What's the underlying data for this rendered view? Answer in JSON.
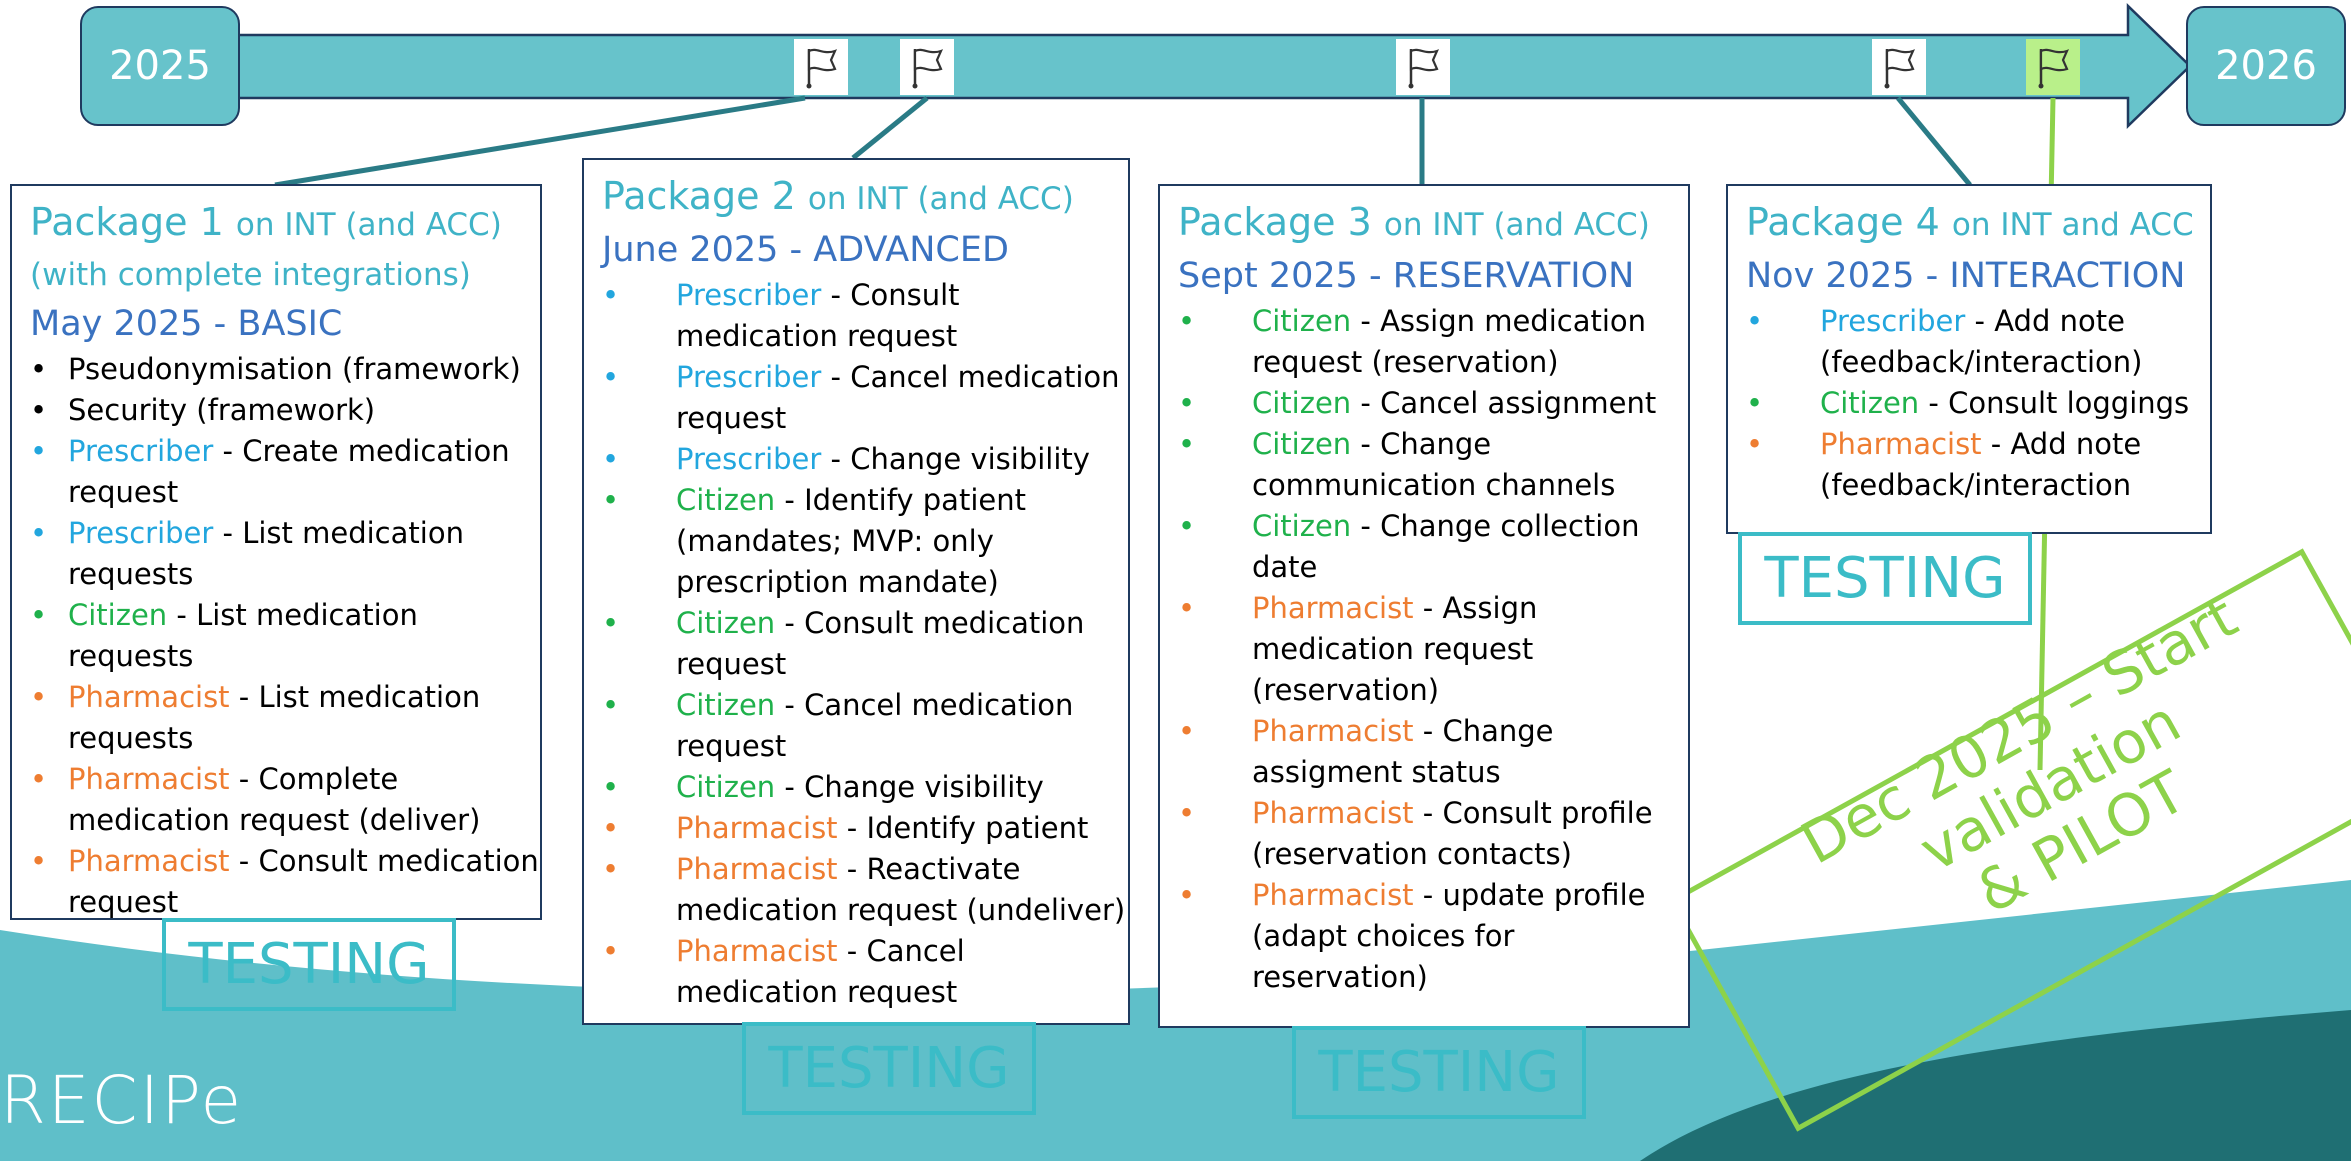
{
  "timeline": {
    "start_year": "2025",
    "end_year": "2026",
    "flags": [
      {
        "name": "flag-package-1",
        "highlight": false
      },
      {
        "name": "flag-package-2",
        "highlight": false
      },
      {
        "name": "flag-package-3",
        "highlight": false
      },
      {
        "name": "flag-package-4",
        "highlight": false
      },
      {
        "name": "flag-pilot",
        "highlight": true
      }
    ],
    "colors": {
      "arrow": "#67c3cb",
      "outline": "#1f3a5f",
      "pilot": "#8dd24a"
    }
  },
  "packages": [
    {
      "title": "Package 1",
      "env": "on INT (and ACC)",
      "note": "(with complete integrations)",
      "date_phase": "May 2025 - BASIC",
      "items": [
        {
          "role": "",
          "text": "Pseudonymisation (framework)"
        },
        {
          "role": "",
          "text": "Security (framework)"
        },
        {
          "role": "Prescriber",
          "text": " - Create medication request"
        },
        {
          "role": "Prescriber",
          "text": " - List medication requests"
        },
        {
          "role": "Citizen",
          "text": " - List medication requests"
        },
        {
          "role": "Pharmacist",
          "text": " - List medication requests"
        },
        {
          "role": "Pharmacist",
          "text": " - Complete medication request (deliver)"
        },
        {
          "role": "Pharmacist",
          "text": " - Consult medication request"
        }
      ]
    },
    {
      "title": "Package 2",
      "env": "on INT (and ACC)",
      "date_phase": "June 2025 - ADVANCED",
      "items": [
        {
          "role": "Prescriber",
          "text": " - Consult medication request"
        },
        {
          "role": "Prescriber",
          "text": " - Cancel medication request"
        },
        {
          "role": "Prescriber",
          "text": " - Change visibility"
        },
        {
          "role": "Citizen",
          "text": " - Identify patient (mandates; MVP: only prescription mandate)"
        },
        {
          "role": "Citizen",
          "text": " - Consult medication request"
        },
        {
          "role": "Citizen",
          "text": " - Cancel medication request"
        },
        {
          "role": "Citizen",
          "text": " - Change visibility"
        },
        {
          "role": "Pharmacist",
          "text": " - Identify patient"
        },
        {
          "role": "Pharmacist",
          "text": " - Reactivate medication request (undeliver)"
        },
        {
          "role": "Pharmacist",
          "text": " - Cancel medication request"
        }
      ]
    },
    {
      "title": "Package 3",
      "env": "on INT (and ACC)",
      "date_phase": "Sept 2025 - RESERVATION",
      "items": [
        {
          "role": "Citizen",
          "text": " - Assign medication request (reservation)"
        },
        {
          "role": "Citizen",
          "text": " - Cancel assignment"
        },
        {
          "role": "Citizen",
          "text": " - Change communication channels"
        },
        {
          "role": "Citizen",
          "text": " - Change collection date"
        },
        {
          "role": "Pharmacist",
          "text": " - Assign medication request (reservation)"
        },
        {
          "role": "Pharmacist",
          "text": " - Change assigment status"
        },
        {
          "role": "Pharmacist",
          "text": " - Consult profile (reservation contacts)"
        },
        {
          "role": "Pharmacist",
          "text": " - update profile (adapt choices for reservation)"
        }
      ]
    },
    {
      "title": "Package 4",
      "env": "on INT and ACC",
      "date_phase": "Nov 2025 - INTERACTION",
      "items": [
        {
          "role": "Prescriber",
          "text": " - Add note (feedback/interaction)"
        },
        {
          "role": "Citizen",
          "text": " - Consult loggings"
        },
        {
          "role": "Pharmacist",
          "text": " - Add note (feedback/interaction"
        }
      ]
    }
  ],
  "testing_label": "TESTING",
  "pilot_label_line1": "Dec 2025 – Start validation",
  "pilot_label_line2": "& PILOT",
  "logo_text": "RECIPe"
}
